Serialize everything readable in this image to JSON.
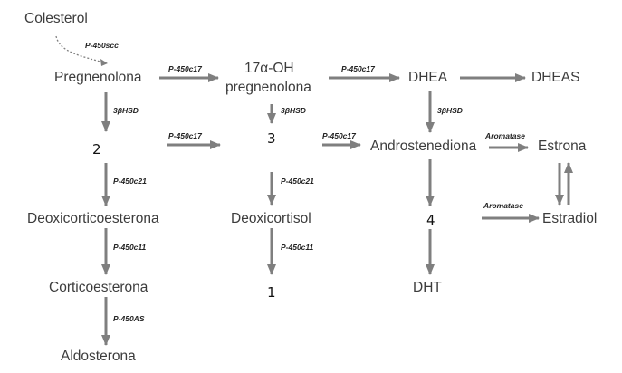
{
  "colors": {
    "arrow": "#7f7f7f",
    "text": "#3c3c3c",
    "number": "#111111",
    "enzyme_label": "#222222"
  },
  "nodes": {
    "colesterol": "Colesterol",
    "pregnenolona": "Pregnenolona",
    "oh_pregnenolona_line1": "17α-OH",
    "oh_pregnenolona_line2": "pregnenolona",
    "dhea": "DHEA",
    "dheas": "DHEAS",
    "step_2": "2",
    "step_3": "3",
    "androstenediona": "Androstenediona",
    "estrona": "Estrona",
    "deoxicorticoesterona": "Deoxicorticoesterona",
    "deoxicortisol": "Deoxicortisol",
    "step_4": "4",
    "estradiol": "Estradiol",
    "corticoesterona": "Corticoesterona",
    "step_1": "1",
    "dht": "DHT",
    "aldosterona": "Aldosterona"
  },
  "enzymes": {
    "p450scc": "P-450scc",
    "p450c17_a": "P-450c17",
    "p450c17_b": "P-450c17",
    "hsd_a": "3βHSD",
    "hsd_b": "3βHSD",
    "hsd_c": "3βHSD",
    "p450c17_c": "P-450c17",
    "p450c17_d": "P-450c17",
    "aromatase_a": "Aromatase",
    "p450c21_a": "P-450c21",
    "p450c21_b": "P-450c21",
    "aromatase_b": "Aromatase",
    "p450c11_a": "P-450c11",
    "p450c11_b": "P-450c11",
    "p450as": "P-450AS"
  }
}
